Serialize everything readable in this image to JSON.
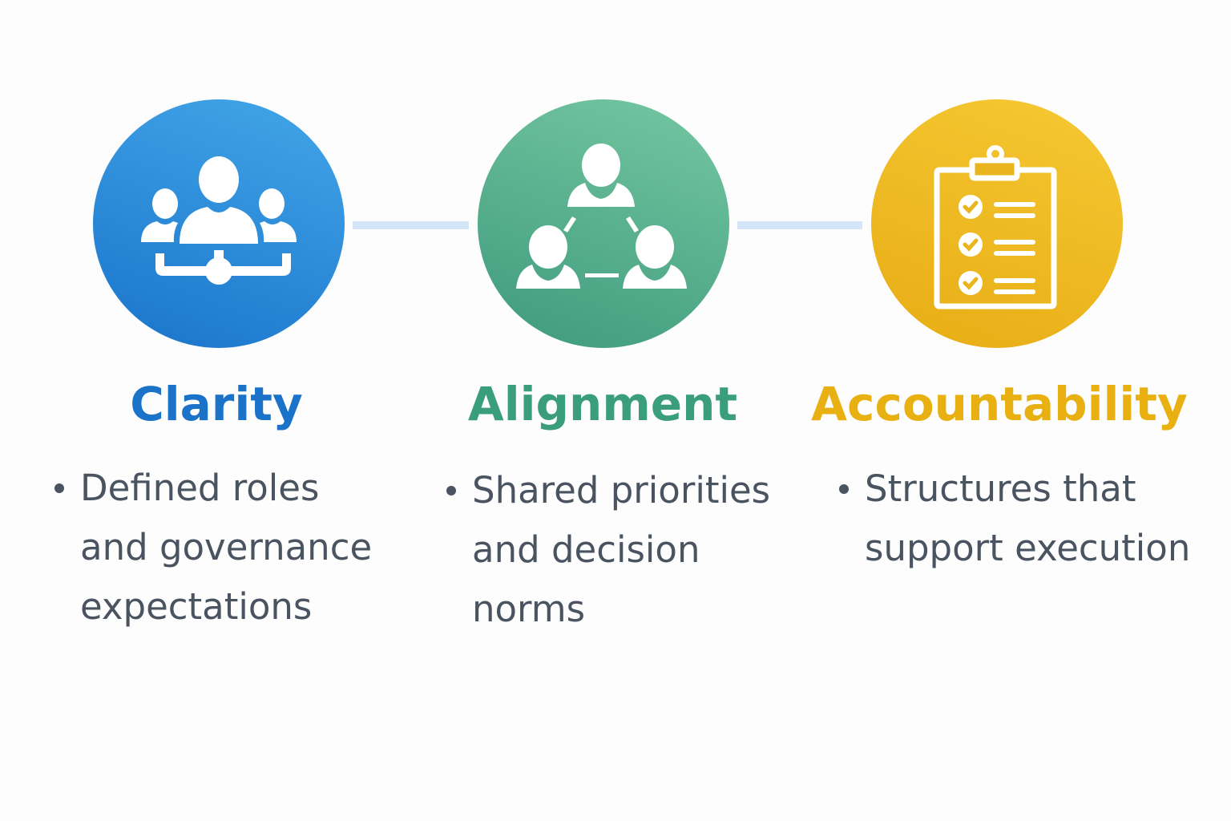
{
  "colors": {
    "clarity": "#1a73c9",
    "alignment": "#3a9e7c",
    "accountability": "#e8b010",
    "connector": "#d3e5f7",
    "text": "#4a5360"
  },
  "pillars": [
    {
      "title": "Clarity",
      "icon": "team-hierarchy-icon",
      "bullet_lines": [
        "Defined roles",
        "and governance",
        "expectations"
      ]
    },
    {
      "title": "Alignment",
      "icon": "connected-people-icon",
      "bullet_lines": [
        "Shared priorities",
        "and decision",
        "norms"
      ]
    },
    {
      "title": "Accountability",
      "icon": "clipboard-checklist-icon",
      "bullet_lines": [
        "Structures that",
        "support execution"
      ]
    }
  ]
}
